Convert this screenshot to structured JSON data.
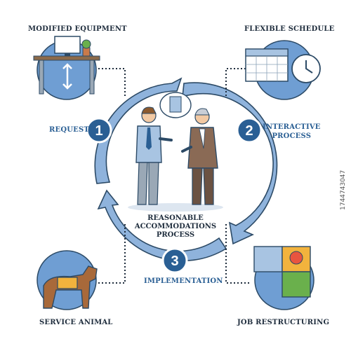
{
  "title_center": [
    "REASONABLE",
    "ACCOMMODATIONS",
    "PROCESS"
  ],
  "corners": {
    "top_left": "MODIFIED EQUIPMENT",
    "top_right": "FLEXIBLE SCHEDULE",
    "bottom_left": "SERVICE ANIMAL",
    "bottom_right": "JOB RESTRUCTURING"
  },
  "steps": [
    {
      "number": "1",
      "label": "REQUEST"
    },
    {
      "number": "2",
      "label": "INTERACTIVE\nPROCESS"
    },
    {
      "number": "3",
      "label": "IMPLEMENTATION"
    }
  ],
  "watermark": "1744743047",
  "colors": {
    "ring": "#8fb3dc",
    "ring_stroke": "#2c4a66",
    "badge": "#2a5f94",
    "label_blue": "#2a5f94",
    "label_dark": "#1f2d3d",
    "circle_fill": "#6f9ed3"
  }
}
